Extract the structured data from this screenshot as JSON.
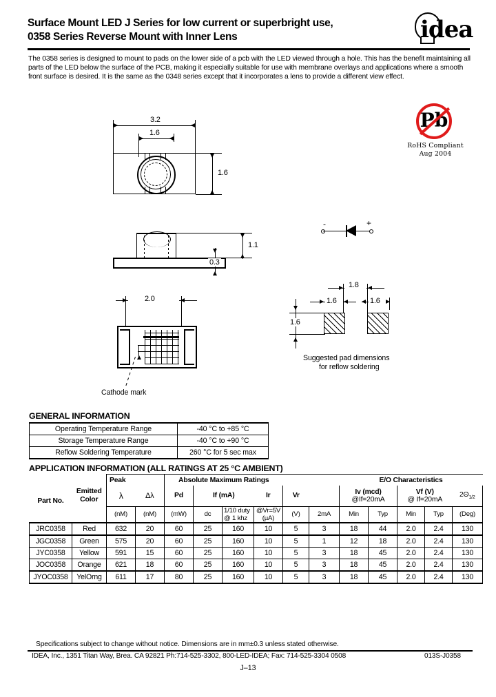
{
  "header": {
    "title_line1": "Surface Mount LED J Series for low current or superbright use,",
    "title_line2": "0358 Series Reverse Mount with Inner Lens",
    "logo_text": "idea",
    "logo_icon": "lightbulb-icon"
  },
  "intro": {
    "paragraph": "The 0358 series is designed to mount to pads on the lower side of a pcb with the LED viewed through a hole.  This has the benefit maintaining all parts of the LED below the surface of the PCB, making it especially suitable for use with membrane overlays and applications where a smooth front surface is desired.  It is the same as the 0348 series except that it incorporates a lens to provide a different view effect."
  },
  "rohs": {
    "symbol": "Pb",
    "line1": "RoHS Compliant",
    "line2": "Aug 2004",
    "color": "#e01b1b"
  },
  "drawings": {
    "top_view": {
      "width_outer": "3.2",
      "width_inner": "1.6",
      "height": "1.6"
    },
    "side_view": {
      "total_height": "1.1",
      "pad_height": "0.3"
    },
    "bottom_view": {
      "width": "2.0",
      "cathode_label": "Cathode mark"
    },
    "symbol": {
      "minus": "-",
      "plus": "+"
    },
    "pads": {
      "pitch": "1.8",
      "pad_width_left": "1.6",
      "pad_width_right": "1.6",
      "pad_height": "1.6",
      "caption_line1": "Suggested pad dimensions",
      "caption_line2": "for reflow soldering"
    }
  },
  "general_information": {
    "heading": "GENERAL INFORMATION",
    "rows": [
      {
        "label": "Operating Temperature Range",
        "value": "-40 °C to +85 °C"
      },
      {
        "label": "Storage Temperature Range",
        "value": "-40 °C to +90 °C"
      },
      {
        "label": "Reflow Soldering Temperature",
        "value": "260 °C for 5 sec max"
      }
    ]
  },
  "application_information": {
    "heading": "APPLICATION INFORMATION (ALL RATINGS AT 25 °C AMBIENT)",
    "groups": {
      "peak": "Peak",
      "absolute_maximum_ratings": "Absolute Maximum Ratings",
      "eo_characteristics": "E/O Characteristics"
    },
    "headers": {
      "part_no": "Part No.",
      "emitted_color_line1": "Emitted",
      "emitted_color_line2": "Color",
      "lambda": "λ",
      "delta_lambda": "Δλ",
      "pd": "Pd",
      "if": "If (mA)",
      "ir": "Ir",
      "vr": "Vr",
      "iv_line1": "Iv (mcd)",
      "iv_line2": "@If=20mA",
      "vf_line1": "Vf (V)",
      "vf_line2": "@ If=20mA",
      "theta": "2Θ",
      "theta_sub": "1/2"
    },
    "units": {
      "lambda": "(nM)",
      "delta_lambda": "(nM)",
      "pd": "(mW)",
      "if_dc": "dc",
      "if_pulse_line1": "1/10 duty",
      "if_pulse_line2": "@ 1 khz",
      "ir_line1": "@Vr=5V",
      "ir_line2": "(µA)",
      "vr": "(V)",
      "vr_2ma": "2mA",
      "iv_min": "Min",
      "iv_typ": "Typ",
      "vf_min": "Min",
      "vf_typ": "Typ",
      "theta": "(Deg)"
    },
    "rows": [
      {
        "part_no": "JRC0358",
        "color": "Red",
        "lambda": "632",
        "dlambda": "20",
        "pd": "60",
        "if_dc": "25",
        "if_pulse": "160",
        "ir": "10",
        "vr": "5",
        "vr_2ma": "3",
        "iv_min": "18",
        "iv_typ": "44",
        "vf_min": "2.0",
        "vf_typ": "2.4",
        "theta": "130"
      },
      {
        "part_no": "JGC0358",
        "color": "Green",
        "lambda": "575",
        "dlambda": "20",
        "pd": "60",
        "if_dc": "25",
        "if_pulse": "160",
        "ir": "10",
        "vr": "5",
        "vr_2ma": "1",
        "iv_min": "12",
        "iv_typ": "18",
        "vf_min": "2.0",
        "vf_typ": "2.4",
        "theta": "130"
      },
      {
        "part_no": "JYC0358",
        "color": "Yellow",
        "lambda": "591",
        "dlambda": "15",
        "pd": "60",
        "if_dc": "25",
        "if_pulse": "160",
        "ir": "10",
        "vr": "5",
        "vr_2ma": "3",
        "iv_min": "18",
        "iv_typ": "45",
        "vf_min": "2.0",
        "vf_typ": "2.4",
        "theta": "130"
      },
      {
        "part_no": "JOC0358",
        "color": "Orange",
        "lambda": "621",
        "dlambda": "18",
        "pd": "60",
        "if_dc": "25",
        "if_pulse": "160",
        "ir": "10",
        "vr": "5",
        "vr_2ma": "3",
        "iv_min": "18",
        "iv_typ": "45",
        "vf_min": "2.0",
        "vf_typ": "2.4",
        "theta": "130"
      },
      {
        "part_no": "JYOC0358",
        "color": "YelOrng",
        "lambda": "611",
        "dlambda": "17",
        "pd": "80",
        "if_dc": "25",
        "if_pulse": "160",
        "ir": "10",
        "vr": "5",
        "vr_2ma": "3",
        "iv_min": "18",
        "iv_typ": "45",
        "vf_min": "2.0",
        "vf_typ": "2.4",
        "theta": "130"
      }
    ]
  },
  "footer": {
    "note": "Specifications subject to change without notice. Dimensions are in mm±0.3 unless stated otherwise.",
    "address": "IDEA, Inc., 1351 Titan Way, Brea. CA 92821 Ph:714-525-3302, 800-LED-IDEA; Fax: 714-525-3304  0508",
    "doc_code": "013S-J0358",
    "page_number": "J–13"
  }
}
